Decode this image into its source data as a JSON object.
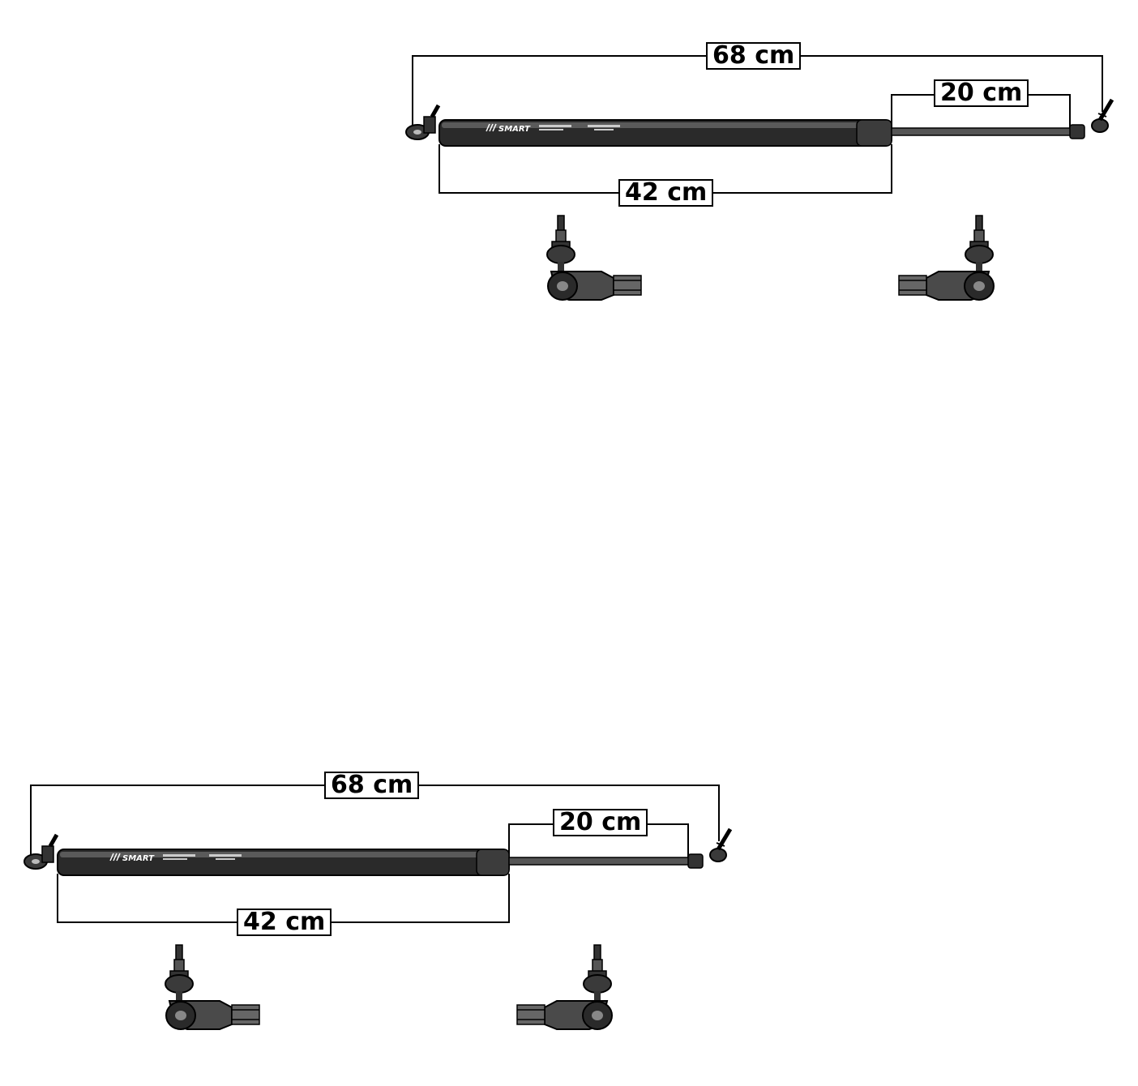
{
  "diagrams": [
    {
      "overall_length": "68 cm",
      "stroke_length": "20 cm",
      "body_length": "42 cm",
      "brand_mark": "SMART"
    },
    {
      "overall_length": "68 cm",
      "stroke_length": "20 cm",
      "body_length": "42 cm",
      "brand_mark": "SMART"
    }
  ],
  "colors": {
    "line": "#000000",
    "cylinder": "#2a2a2a",
    "rod": "#555555",
    "fitting": "#3a3a3a"
  }
}
